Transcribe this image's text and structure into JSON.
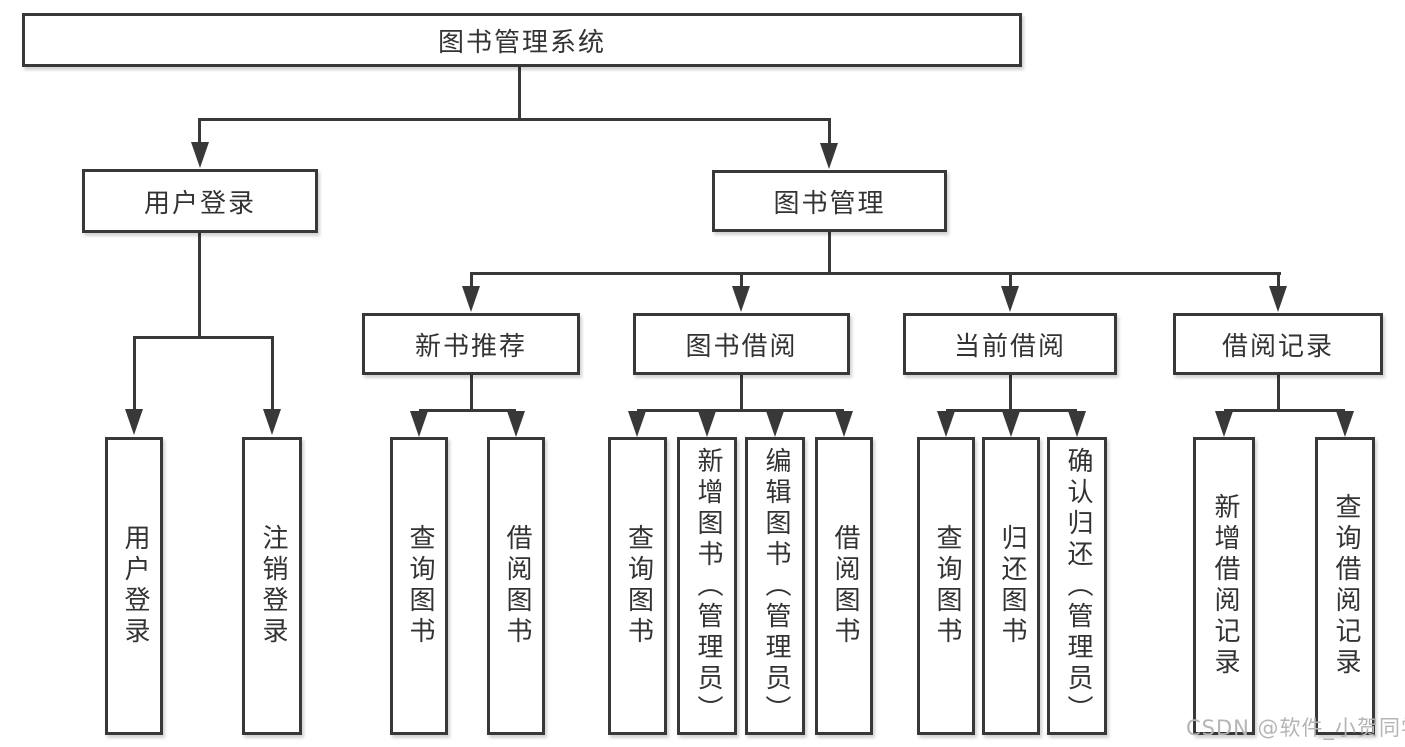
{
  "tree": {
    "root": "图书管理系统",
    "branches": [
      {
        "label": "用户登录",
        "children": [
          {
            "label": "用户登录"
          },
          {
            "label": "注销登录"
          }
        ]
      },
      {
        "label": "图书管理",
        "children": [
          {
            "label": "新书推荐",
            "children": [
              {
                "label": "查询图书"
              },
              {
                "label": "借阅图书"
              }
            ]
          },
          {
            "label": "图书借阅",
            "children": [
              {
                "label": "查询图书"
              },
              {
                "label": "新增图书（管理员）"
              },
              {
                "label": "编辑图书（管理员）"
              },
              {
                "label": "借阅图书"
              }
            ]
          },
          {
            "label": "当前借阅",
            "children": [
              {
                "label": "查询图书"
              },
              {
                "label": "归还图书"
              },
              {
                "label": "确认归还（管理员）"
              }
            ]
          },
          {
            "label": "借阅记录",
            "children": [
              {
                "label": "新增借阅记录"
              },
              {
                "label": "查询借阅记录"
              }
            ]
          }
        ]
      }
    ]
  },
  "watermark": {
    "text": "CSDN @软件_小贺同学"
  },
  "colors": {
    "line": "#383838",
    "text": "#333333",
    "background": "#ffffff",
    "watermark": "#b5b5b5"
  }
}
